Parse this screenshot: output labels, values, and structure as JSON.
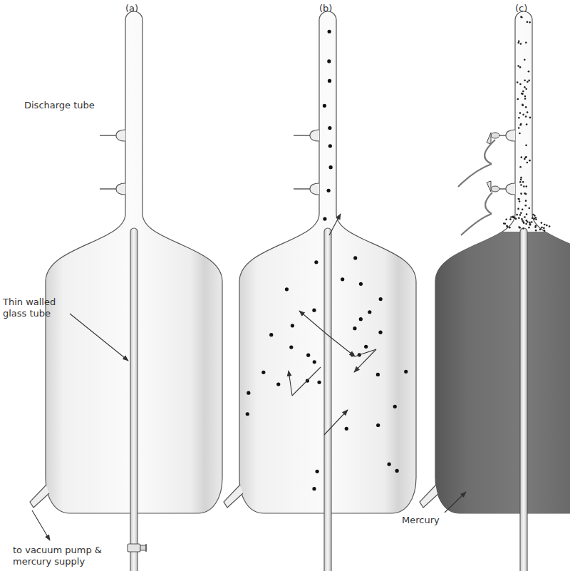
{
  "diagram": {
    "labels": [
      "(a)",
      "(b)",
      "(c)",
      "Discharge tube",
      "Thin walled glass tube",
      "to vacuum pump & mercury supply",
      "Mercury"
    ]
  }
}
